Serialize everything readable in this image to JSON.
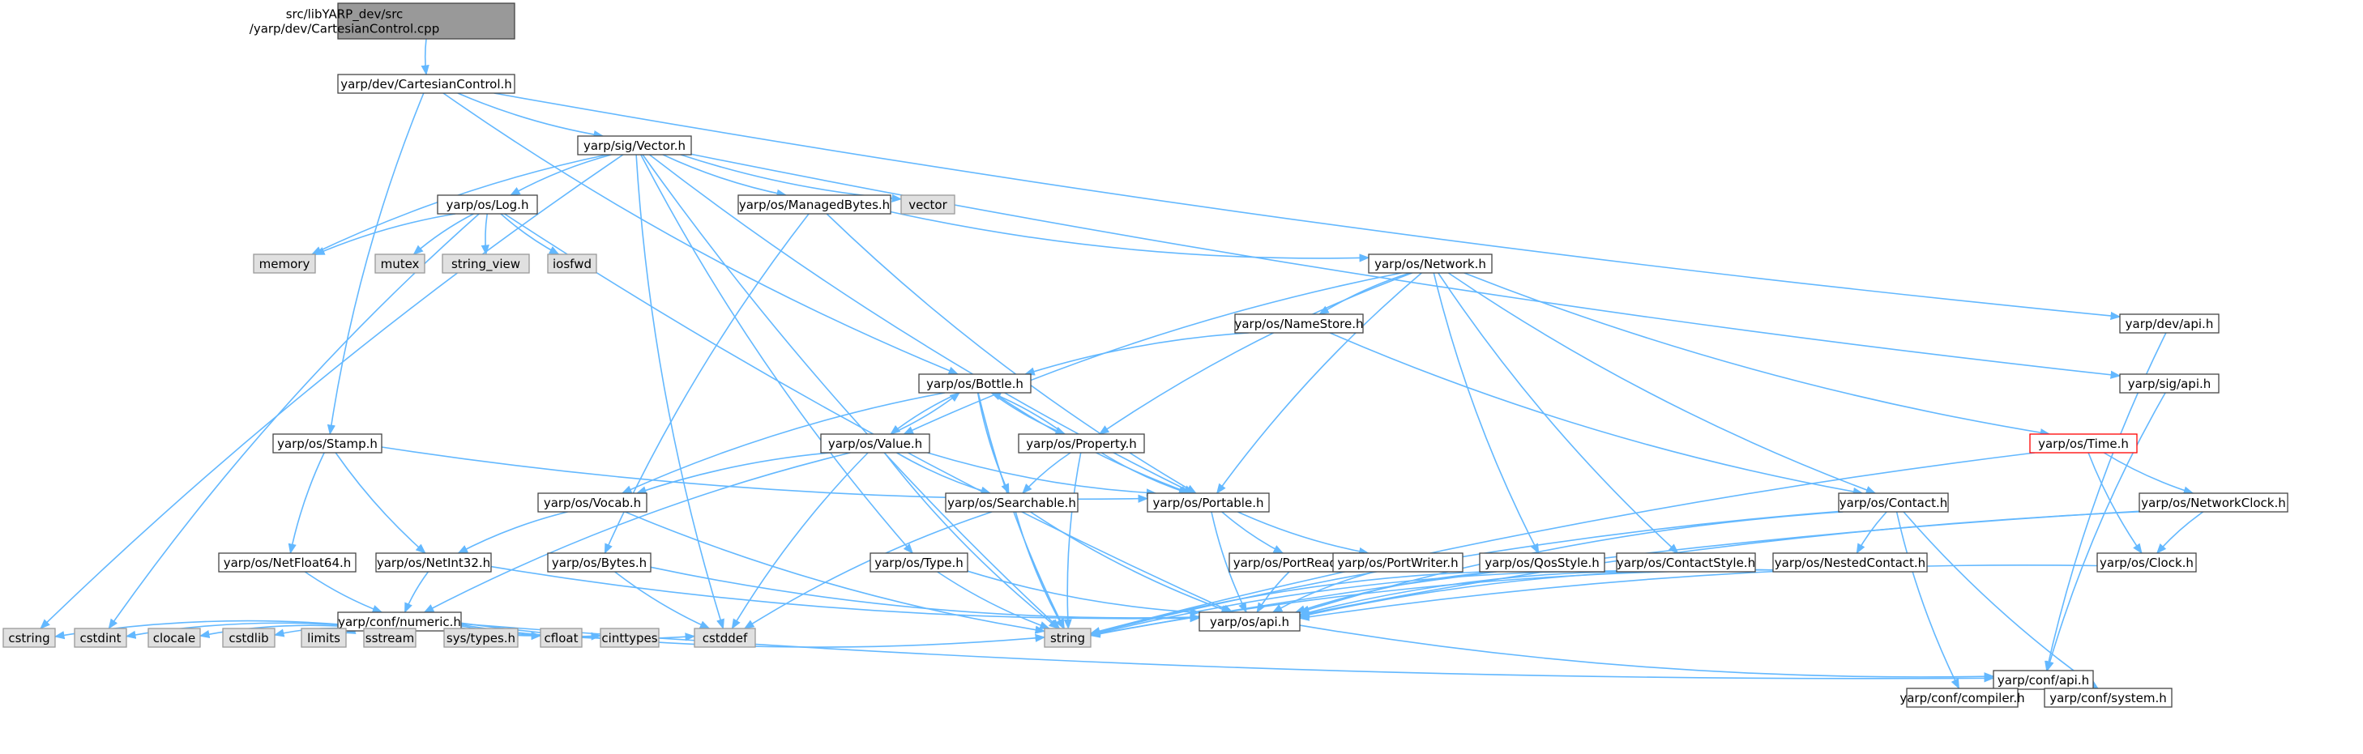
{
  "graph": {
    "colors": {
      "edge": "#63b8ff",
      "node_border": "#444444",
      "node_fill": "#ffffff",
      "root_fill": "#999999",
      "system_fill": "#e0e0e0",
      "system_border": "#999999",
      "highlight_border": "#ff0000"
    },
    "nodes": [
      {
        "id": "root",
        "lines": [
          "src/libYARP_dev/src",
          "/yarp/dev/CartesianControl.cpp"
        ],
        "style": "root"
      },
      {
        "id": "cartesian",
        "lines": [
          "yarp/dev/CartesianControl.h"
        ],
        "style": "normal"
      },
      {
        "id": "vector_h",
        "lines": [
          "yarp/sig/Vector.h"
        ],
        "style": "normal"
      },
      {
        "id": "log_h",
        "lines": [
          "yarp/os/Log.h"
        ],
        "style": "normal"
      },
      {
        "id": "managedbytes",
        "lines": [
          "yarp/os/ManagedBytes.h"
        ],
        "style": "normal"
      },
      {
        "id": "vector",
        "lines": [
          "vector"
        ],
        "style": "system"
      },
      {
        "id": "memory",
        "lines": [
          "memory"
        ],
        "style": "system"
      },
      {
        "id": "mutex",
        "lines": [
          "mutex"
        ],
        "style": "system"
      },
      {
        "id": "string_view",
        "lines": [
          "string_view"
        ],
        "style": "system"
      },
      {
        "id": "iosfwd",
        "lines": [
          "iosfwd"
        ],
        "style": "system"
      },
      {
        "id": "network",
        "lines": [
          "yarp/os/Network.h"
        ],
        "style": "normal"
      },
      {
        "id": "namestore",
        "lines": [
          "yarp/os/NameStore.h"
        ],
        "style": "normal"
      },
      {
        "id": "dev_api",
        "lines": [
          "yarp/dev/api.h"
        ],
        "style": "normal"
      },
      {
        "id": "sig_api",
        "lines": [
          "yarp/sig/api.h"
        ],
        "style": "normal"
      },
      {
        "id": "bottle",
        "lines": [
          "yarp/os/Bottle.h"
        ],
        "style": "normal"
      },
      {
        "id": "stamp",
        "lines": [
          "yarp/os/Stamp.h"
        ],
        "style": "normal"
      },
      {
        "id": "value",
        "lines": [
          "yarp/os/Value.h"
        ],
        "style": "normal"
      },
      {
        "id": "property",
        "lines": [
          "yarp/os/Property.h"
        ],
        "style": "normal"
      },
      {
        "id": "time",
        "lines": [
          "yarp/os/Time.h"
        ],
        "style": "highlight"
      },
      {
        "id": "vocab",
        "lines": [
          "yarp/os/Vocab.h"
        ],
        "style": "normal"
      },
      {
        "id": "searchable",
        "lines": [
          "yarp/os/Searchable.h"
        ],
        "style": "normal"
      },
      {
        "id": "portable",
        "lines": [
          "yarp/os/Portable.h"
        ],
        "style": "normal"
      },
      {
        "id": "contact",
        "lines": [
          "yarp/os/Contact.h"
        ],
        "style": "normal"
      },
      {
        "id": "networkclock",
        "lines": [
          "yarp/os/NetworkClock.h"
        ],
        "style": "normal"
      },
      {
        "id": "netfloat64",
        "lines": [
          "yarp/os/NetFloat64.h"
        ],
        "style": "normal"
      },
      {
        "id": "netint32",
        "lines": [
          "yarp/os/NetInt32.h"
        ],
        "style": "normal"
      },
      {
        "id": "bytes",
        "lines": [
          "yarp/os/Bytes.h"
        ],
        "style": "normal"
      },
      {
        "id": "type",
        "lines": [
          "yarp/os/Type.h"
        ],
        "style": "normal"
      },
      {
        "id": "portreader",
        "lines": [
          "yarp/os/PortReader.h"
        ],
        "style": "normal"
      },
      {
        "id": "portwriter",
        "lines": [
          "yarp/os/PortWriter.h"
        ],
        "style": "normal"
      },
      {
        "id": "qosstyle",
        "lines": [
          "yarp/os/QosStyle.h"
        ],
        "style": "normal"
      },
      {
        "id": "contactstyle",
        "lines": [
          "yarp/os/ContactStyle.h"
        ],
        "style": "normal"
      },
      {
        "id": "nestedcontact",
        "lines": [
          "yarp/os/NestedContact.h"
        ],
        "style": "normal"
      },
      {
        "id": "clock",
        "lines": [
          "yarp/os/Clock.h"
        ],
        "style": "normal"
      },
      {
        "id": "numeric",
        "lines": [
          "yarp/conf/numeric.h"
        ],
        "style": "normal"
      },
      {
        "id": "os_api",
        "lines": [
          "yarp/os/api.h"
        ],
        "style": "normal"
      },
      {
        "id": "cstring",
        "lines": [
          "cstring"
        ],
        "style": "system"
      },
      {
        "id": "cstdint",
        "lines": [
          "cstdint"
        ],
        "style": "system"
      },
      {
        "id": "clocale",
        "lines": [
          "clocale"
        ],
        "style": "system"
      },
      {
        "id": "cstdlib",
        "lines": [
          "cstdlib"
        ],
        "style": "system"
      },
      {
        "id": "limits",
        "lines": [
          "limits"
        ],
        "style": "system"
      },
      {
        "id": "sstream",
        "lines": [
          "sstream"
        ],
        "style": "system"
      },
      {
        "id": "systypes",
        "lines": [
          "sys/types.h"
        ],
        "style": "system"
      },
      {
        "id": "cfloat",
        "lines": [
          "cfloat"
        ],
        "style": "system"
      },
      {
        "id": "cinttypes",
        "lines": [
          "cinttypes"
        ],
        "style": "system"
      },
      {
        "id": "cstddef",
        "lines": [
          "cstddef"
        ],
        "style": "system"
      },
      {
        "id": "string",
        "lines": [
          "string"
        ],
        "style": "system"
      },
      {
        "id": "conf_api",
        "lines": [
          "yarp/conf/api.h"
        ],
        "style": "normal"
      },
      {
        "id": "compiler",
        "lines": [
          "yarp/conf/compiler.h"
        ],
        "style": "normal"
      },
      {
        "id": "system",
        "lines": [
          "yarp/conf/system.h"
        ],
        "style": "normal"
      }
    ],
    "edges": [
      [
        "root",
        "cartesian"
      ],
      [
        "cartesian",
        "vector_h"
      ],
      [
        "cartesian",
        "dev_api"
      ],
      [
        "cartesian",
        "bottle"
      ],
      [
        "cartesian",
        "stamp"
      ],
      [
        "vector_h",
        "log_h"
      ],
      [
        "vector_h",
        "managedbytes"
      ],
      [
        "vector_h",
        "vector"
      ],
      [
        "vector_h",
        "memory"
      ],
      [
        "vector_h",
        "cstring"
      ],
      [
        "vector_h",
        "cstddef"
      ],
      [
        "vector_h",
        "string"
      ],
      [
        "vector_h",
        "sig_api"
      ],
      [
        "vector_h",
        "type"
      ],
      [
        "vector_h",
        "portable"
      ],
      [
        "log_h",
        "memory"
      ],
      [
        "log_h",
        "mutex"
      ],
      [
        "log_h",
        "string_view"
      ],
      [
        "log_h",
        "iosfwd"
      ],
      [
        "log_h",
        "cstdint"
      ],
      [
        "log_h",
        "os_api"
      ],
      [
        "managedbytes",
        "network"
      ],
      [
        "managedbytes",
        "bytes"
      ],
      [
        "managedbytes",
        "portable"
      ],
      [
        "network",
        "namestore"
      ],
      [
        "network",
        "time"
      ],
      [
        "network",
        "contact"
      ],
      [
        "network",
        "contactstyle"
      ],
      [
        "network",
        "qosstyle"
      ],
      [
        "network",
        "value"
      ],
      [
        "network",
        "property"
      ],
      [
        "network",
        "portable"
      ],
      [
        "namestore",
        "bottle"
      ],
      [
        "namestore",
        "contact"
      ],
      [
        "dev_api",
        "conf_api"
      ],
      [
        "sig_api",
        "conf_api"
      ],
      [
        "bottle",
        "value"
      ],
      [
        "bottle",
        "property"
      ],
      [
        "bottle",
        "searchable"
      ],
      [
        "bottle",
        "portable"
      ],
      [
        "bottle",
        "vocab"
      ],
      [
        "bottle",
        "string"
      ],
      [
        "stamp",
        "netfloat64"
      ],
      [
        "stamp",
        "netint32"
      ],
      [
        "stamp",
        "portable"
      ],
      [
        "value",
        "bottle"
      ],
      [
        "value",
        "vocab"
      ],
      [
        "value",
        "searchable"
      ],
      [
        "value",
        "portable"
      ],
      [
        "value",
        "numeric"
      ],
      [
        "value",
        "cstddef"
      ],
      [
        "value",
        "string"
      ],
      [
        "property",
        "bottle"
      ],
      [
        "property",
        "searchable"
      ],
      [
        "property",
        "portable"
      ],
      [
        "property",
        "string"
      ],
      [
        "time",
        "networkclock"
      ],
      [
        "time",
        "clock"
      ],
      [
        "time",
        "string"
      ],
      [
        "vocab",
        "netint32"
      ],
      [
        "vocab",
        "string"
      ],
      [
        "searchable",
        "os_api"
      ],
      [
        "searchable",
        "string"
      ],
      [
        "searchable",
        "cstddef"
      ],
      [
        "portable",
        "portreader"
      ],
      [
        "portable",
        "portwriter"
      ],
      [
        "portable",
        "os_api"
      ],
      [
        "contact",
        "nestedcontact"
      ],
      [
        "contact",
        "os_api"
      ],
      [
        "contact",
        "string"
      ],
      [
        "contact",
        "compiler"
      ],
      [
        "contact",
        "system"
      ],
      [
        "networkclock",
        "clock"
      ],
      [
        "networkclock",
        "os_api"
      ],
      [
        "networkclock",
        "string"
      ],
      [
        "netfloat64",
        "numeric"
      ],
      [
        "netint32",
        "numeric"
      ],
      [
        "netint32",
        "os_api"
      ],
      [
        "bytes",
        "os_api"
      ],
      [
        "bytes",
        "cstddef"
      ],
      [
        "type",
        "os_api"
      ],
      [
        "type",
        "string"
      ],
      [
        "portreader",
        "os_api"
      ],
      [
        "portwriter",
        "os_api"
      ],
      [
        "qosstyle",
        "os_api"
      ],
      [
        "qosstyle",
        "string"
      ],
      [
        "contactstyle",
        "os_api"
      ],
      [
        "contactstyle",
        "string"
      ],
      [
        "nestedcontact",
        "os_api"
      ],
      [
        "nestedcontact",
        "string"
      ],
      [
        "clock",
        "os_api"
      ],
      [
        "numeric",
        "cstring"
      ],
      [
        "numeric",
        "cstdint"
      ],
      [
        "numeric",
        "clocale"
      ],
      [
        "numeric",
        "cstdlib"
      ],
      [
        "numeric",
        "limits"
      ],
      [
        "numeric",
        "sstream"
      ],
      [
        "numeric",
        "systypes"
      ],
      [
        "numeric",
        "cfloat"
      ],
      [
        "numeric",
        "cinttypes"
      ],
      [
        "numeric",
        "cstddef"
      ],
      [
        "numeric",
        "string"
      ],
      [
        "numeric",
        "conf_api"
      ],
      [
        "os_api",
        "conf_api"
      ],
      [
        "conf_api",
        "compiler"
      ],
      [
        "conf_api",
        "system"
      ]
    ]
  }
}
